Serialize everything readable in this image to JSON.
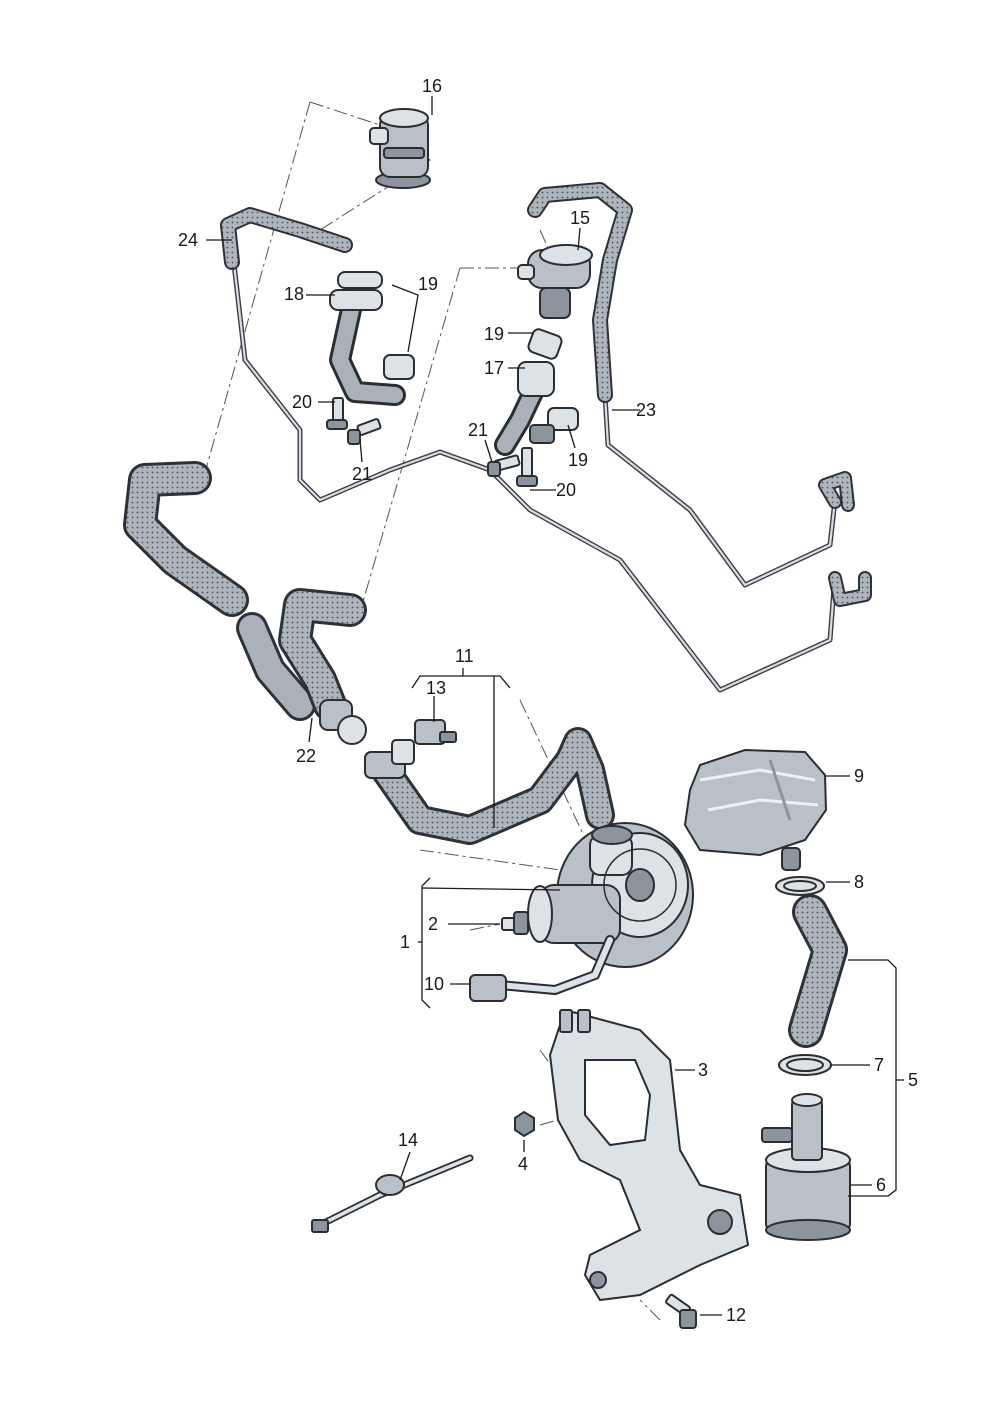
{
  "labels": {
    "l1": "1",
    "l2": "2",
    "l3": "3",
    "l4": "4",
    "l5": "5",
    "l6": "6",
    "l7": "7",
    "l8": "8",
    "l9": "9",
    "l10": "10",
    "l11": "11",
    "l12": "12",
    "l13": "13",
    "l14": "14",
    "l15": "15",
    "l16": "16",
    "l17": "17",
    "l18": "18",
    "l19a": "19",
    "l19b": "19",
    "l19c": "19",
    "l20a": "20",
    "l20b": "20",
    "l21a": "21",
    "l21b": "21",
    "l22": "22",
    "l23": "23",
    "l24": "24"
  },
  "colors": {
    "metal": "#b9c0c8",
    "metal_light": "#dde2e7",
    "metal_dark": "#8c949d",
    "outline": "#2a2e33"
  }
}
